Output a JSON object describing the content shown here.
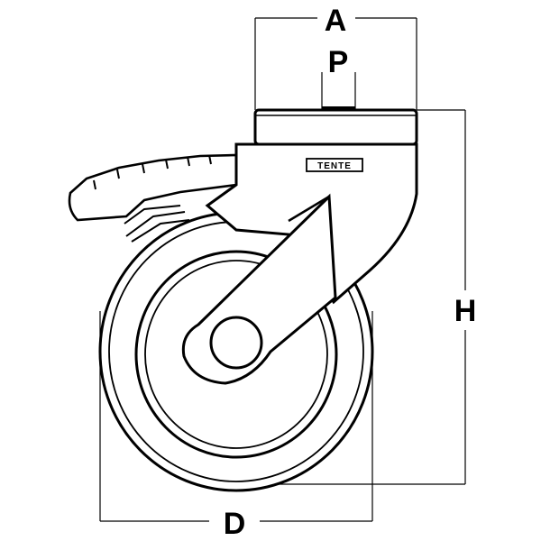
{
  "drawing": {
    "brand_label": "TENTE",
    "dimension_labels": {
      "a": "A",
      "p": "P",
      "h": "H",
      "d": "D"
    },
    "colors": {
      "line": "#000000",
      "fill": "#ffffff"
    }
  }
}
